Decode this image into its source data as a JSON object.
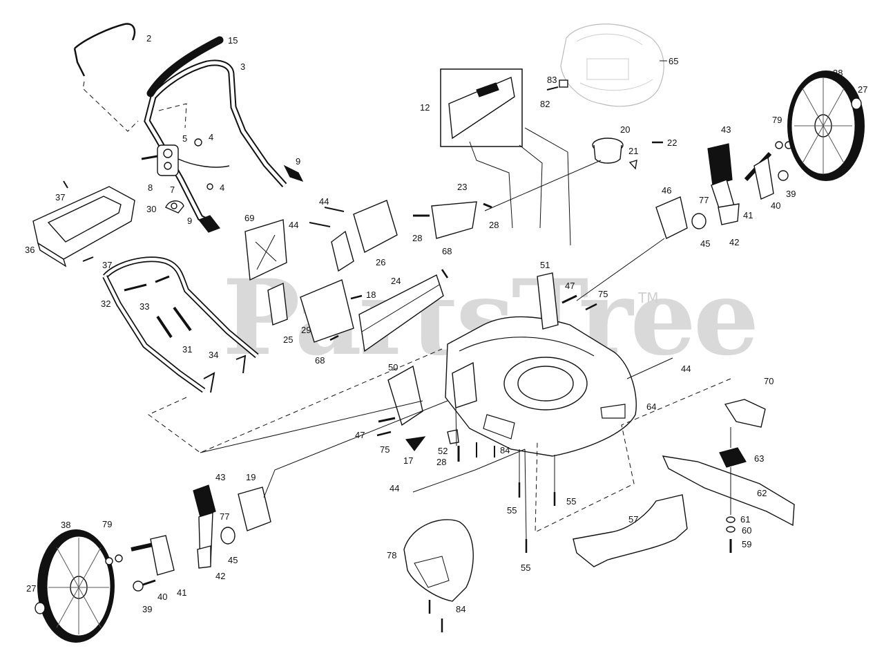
{
  "watermark": {
    "text": "PartsTree",
    "trademark": "TM"
  },
  "labels": {
    "l2": "2",
    "l15": "15",
    "l3": "3",
    "l4a": "4",
    "l4b": "4",
    "l5": "5",
    "l7": "7",
    "l8": "8",
    "l9a": "9",
    "l9b": "9",
    "l30": "30",
    "l37a": "37",
    "l37b": "37",
    "l36": "36",
    "l69": "69",
    "l44a": "44",
    "l44b": "44",
    "l26": "26",
    "l23": "23",
    "l28a": "28",
    "l28b": "28",
    "l12": "12",
    "l83": "83",
    "l82": "82",
    "l65": "65",
    "l20": "20",
    "l21": "21",
    "l22": "22",
    "l38a": "38",
    "l27a": "27",
    "l79a": "79",
    "l43a": "43",
    "l39a": "39",
    "l40a": "40",
    "l41a": "41",
    "l42a": "42",
    "l46": "46",
    "l77a": "77",
    "l45a": "45",
    "l51": "51",
    "l47a": "47",
    "l75a": "75",
    "l68a": "68",
    "l18": "18",
    "l24": "24",
    "l33": "33",
    "l32": "32",
    "l31": "31",
    "l25": "25",
    "l29": "29",
    "l68b": "68",
    "l34": "34",
    "l50": "50",
    "l47b": "47",
    "l75b": "75",
    "l17": "17",
    "l52": "52",
    "l28c": "28",
    "l84a": "84",
    "l64": "64",
    "l44c": "44",
    "l70": "70",
    "l63": "63",
    "l62": "62",
    "l61": "61",
    "l60": "60",
    "l59": "59",
    "l57": "57",
    "l55a": "55",
    "l55b": "55",
    "l55c": "55",
    "l44d": "44",
    "l43b": "43",
    "l19": "19",
    "l77b": "77",
    "l45b": "45",
    "l42b": "42",
    "l41b": "41",
    "l40b": "40",
    "l39b": "39",
    "l79b": "79",
    "l38b": "38",
    "l27b": "27",
    "l78": "78",
    "l84b": "84"
  }
}
